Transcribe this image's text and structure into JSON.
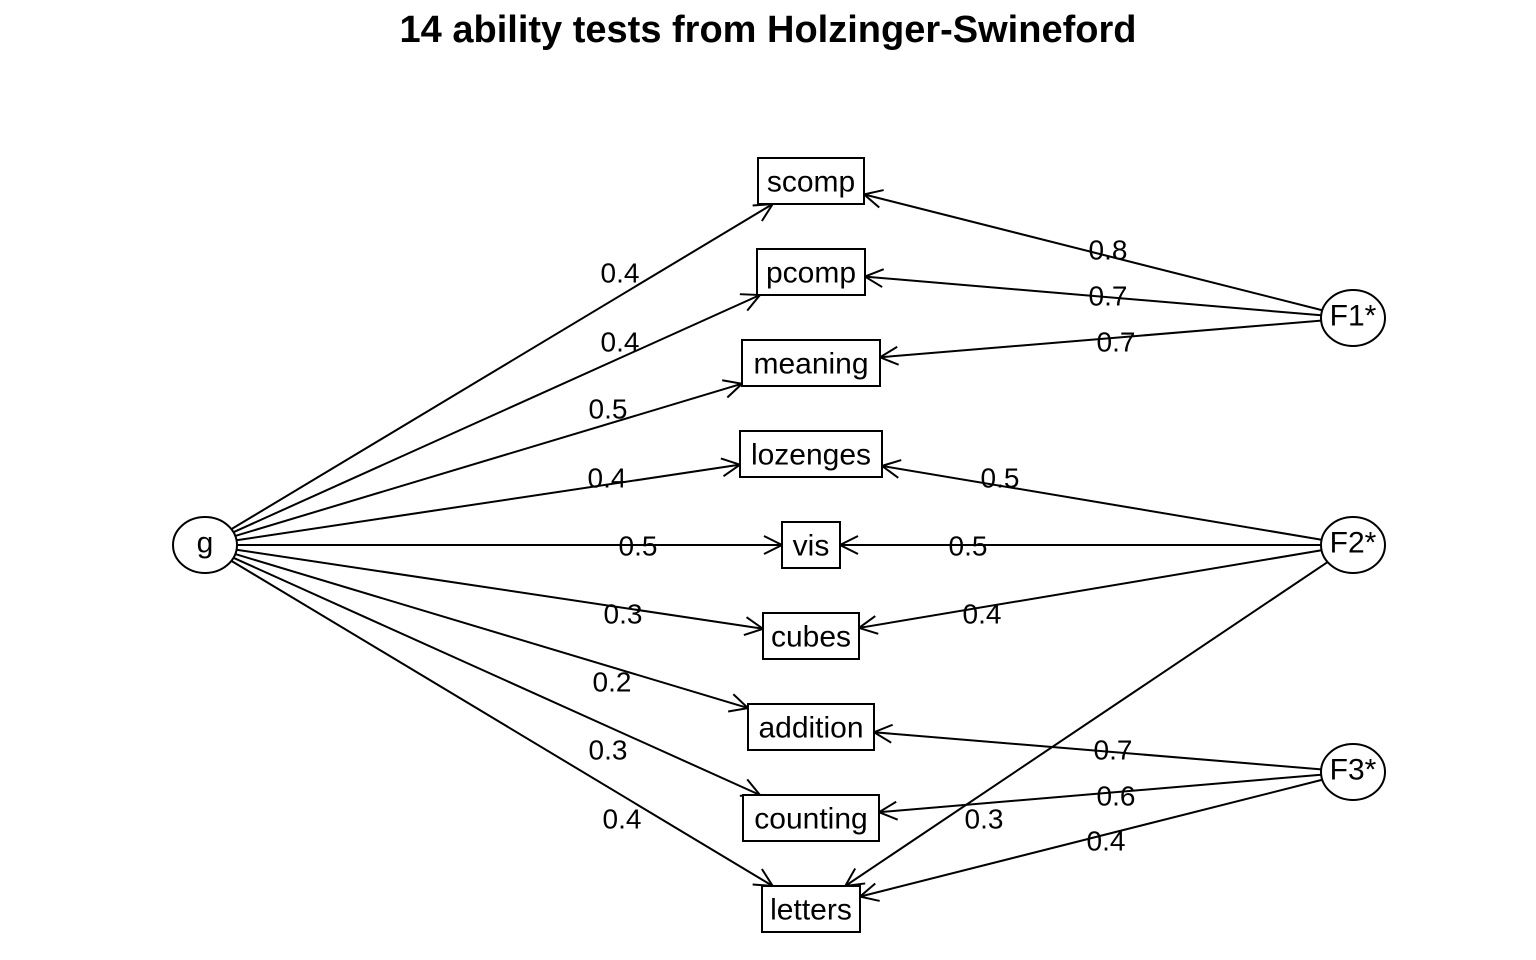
{
  "title": "14 ability tests from Holzinger-Swineford",
  "nodes": {
    "latent": [
      {
        "id": "g",
        "label": "g"
      },
      {
        "id": "F1",
        "label": "F1*"
      },
      {
        "id": "F2",
        "label": "F2*"
      },
      {
        "id": "F3",
        "label": "F3*"
      }
    ],
    "observed": [
      {
        "id": "scomp",
        "label": "scomp"
      },
      {
        "id": "pcomp",
        "label": "pcomp"
      },
      {
        "id": "meaning",
        "label": "meaning"
      },
      {
        "id": "lozenges",
        "label": "lozenges"
      },
      {
        "id": "vis",
        "label": "vis"
      },
      {
        "id": "cubes",
        "label": "cubes"
      },
      {
        "id": "addition",
        "label": "addition"
      },
      {
        "id": "counting",
        "label": "counting"
      },
      {
        "id": "letters",
        "label": "letters"
      }
    ]
  },
  "edges": [
    {
      "from": "g",
      "to": "scomp",
      "label": "0.4"
    },
    {
      "from": "g",
      "to": "pcomp",
      "label": "0.4"
    },
    {
      "from": "g",
      "to": "meaning",
      "label": "0.5"
    },
    {
      "from": "g",
      "to": "lozenges",
      "label": "0.4"
    },
    {
      "from": "g",
      "to": "vis",
      "label": "0.5"
    },
    {
      "from": "g",
      "to": "cubes",
      "label": "0.3"
    },
    {
      "from": "g",
      "to": "addition",
      "label": "0.2"
    },
    {
      "from": "g",
      "to": "counting",
      "label": "0.3"
    },
    {
      "from": "g",
      "to": "letters",
      "label": "0.4"
    },
    {
      "from": "F1",
      "to": "scomp",
      "label": "0.8"
    },
    {
      "from": "F1",
      "to": "pcomp",
      "label": "0.7"
    },
    {
      "from": "F1",
      "to": "meaning",
      "label": "0.7"
    },
    {
      "from": "F2",
      "to": "lozenges",
      "label": "0.5"
    },
    {
      "from": "F2",
      "to": "vis",
      "label": "0.5"
    },
    {
      "from": "F2",
      "to": "cubes",
      "label": "0.4"
    },
    {
      "from": "F2",
      "to": "letters",
      "label": "0.3"
    },
    {
      "from": "F3",
      "to": "addition",
      "label": "0.7"
    },
    {
      "from": "F3",
      "to": "counting",
      "label": "0.6"
    },
    {
      "from": "F3",
      "to": "letters",
      "label": "0.4"
    }
  ]
}
